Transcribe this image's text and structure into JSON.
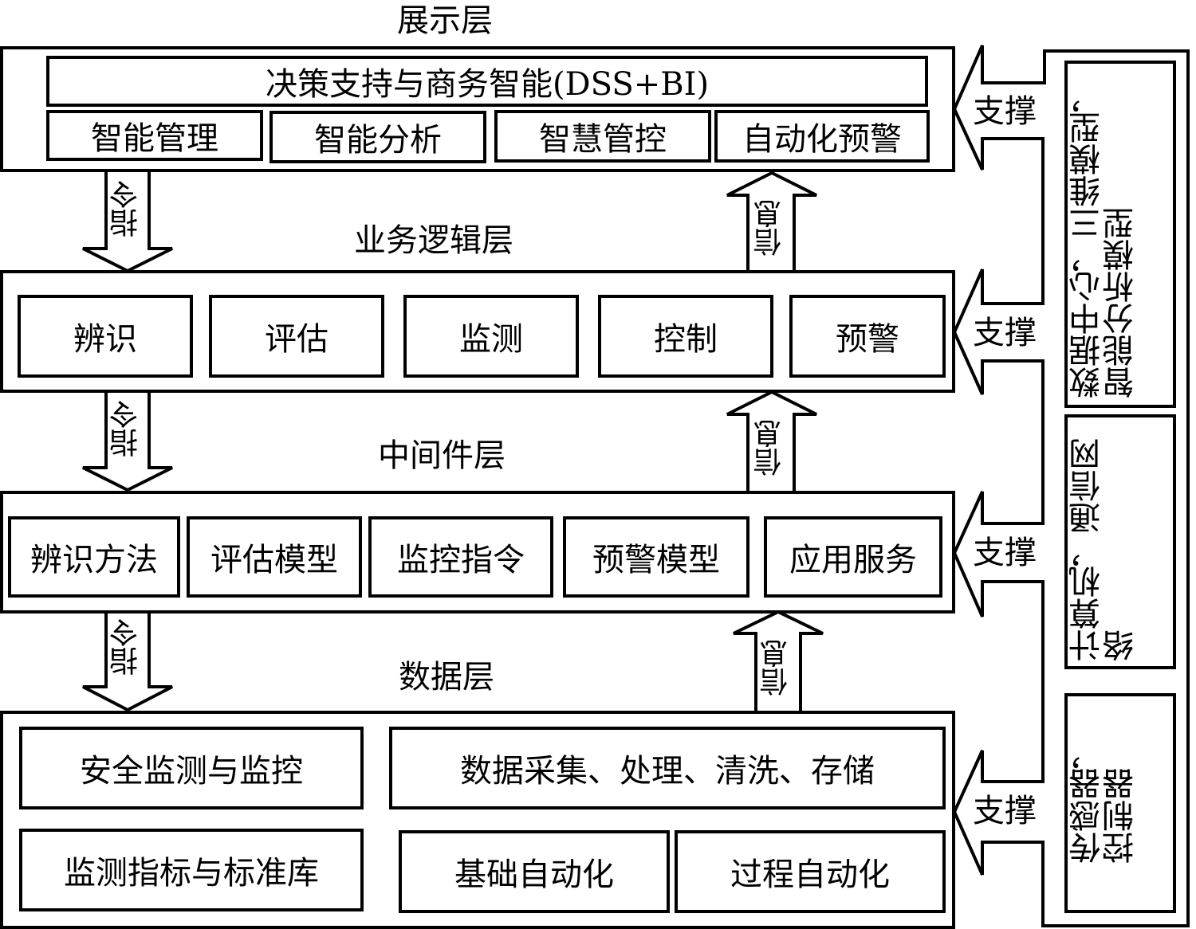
{
  "layers": {
    "presentation": {
      "title": "展示层",
      "banner": "决策支持与商务智能(DSS+BI)",
      "items": [
        "智能管理",
        "智能分析",
        "智慧管控",
        "自动化预警"
      ]
    },
    "business": {
      "title": "业务逻辑层",
      "items": [
        "辨识",
        "评估",
        "监测",
        "控制",
        "预警"
      ]
    },
    "middleware": {
      "title": "中间件层",
      "items": [
        "辨识方法",
        "评估模型",
        "监控指令",
        "预警模型",
        "应用服务"
      ]
    },
    "data": {
      "title": "数据层",
      "items": [
        "安全监测与监控",
        "数据采集、处理、清洗、存储",
        "监测指标与标准库",
        "基础自动化",
        "过程自动化"
      ]
    }
  },
  "arrows": {
    "down_label": "指令",
    "up_label": "信息",
    "support_label": "支撑"
  },
  "support_column": [
    "数据中心，三维模型，智能分析模型",
    "计算机，通信网络",
    "传感器，控制器"
  ]
}
